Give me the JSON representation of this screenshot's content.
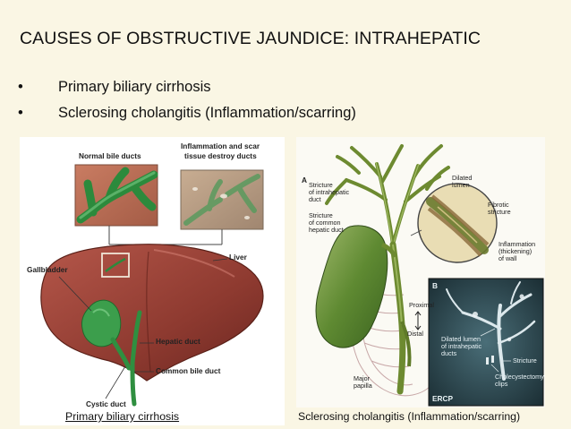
{
  "slide": {
    "title": "CAUSES OF OBSTRUCTIVE JAUNDICE: INTRAHEPATIC",
    "bullets": [
      {
        "marker": "•",
        "text": "Primary biliary cirrhosis"
      },
      {
        "marker": "•",
        "text": "Sclerosing cholangitis (Inflammation/scarring)"
      }
    ]
  },
  "figure_left": {
    "caption": "Primary biliary cirrhosis",
    "labels": {
      "normal": "Normal bile ducts",
      "inflammation_line1": "Inflammation and scar",
      "inflammation_line2": "tissue destroy ducts",
      "gallbladder": "Gallbladder",
      "liver": "Liver",
      "hepatic_duct": "Hepatic duct",
      "common_bile_duct": "Common bile duct",
      "cystic_duct": "Cystic duct"
    }
  },
  "figure_right": {
    "caption": "Sclerosing cholangitis (Inflammation/scarring)",
    "labels": {
      "panel_a": "A",
      "panel_b": "B",
      "stricture_intra_1": "Stricture",
      "stricture_intra_2": "of intrahepatic",
      "stricture_intra_3": "duct",
      "stricture_common_1": "Stricture",
      "stricture_common_2": "of common",
      "stricture_common_3": "hepatic duct",
      "dilated_1": "Dilated",
      "dilated_2": "lumen",
      "fibrotic_1": "Fibrotic",
      "fibrotic_2": "stricture",
      "inflammation_1": "Inflammation",
      "inflammation_2": "(thickening)",
      "inflammation_3": "of wall",
      "proximal": "Proximal",
      "distal": "Distal",
      "major_1": "Major",
      "major_2": "papilla",
      "dilated_intra_1": "Dilated lumen",
      "dilated_intra_2": "of intrahepatic",
      "dilated_intra_3": "ducts",
      "stricture": "Stricture",
      "chole_1": "Cholecystectomy",
      "chole_2": "clips",
      "ercp": "ERCP"
    }
  }
}
